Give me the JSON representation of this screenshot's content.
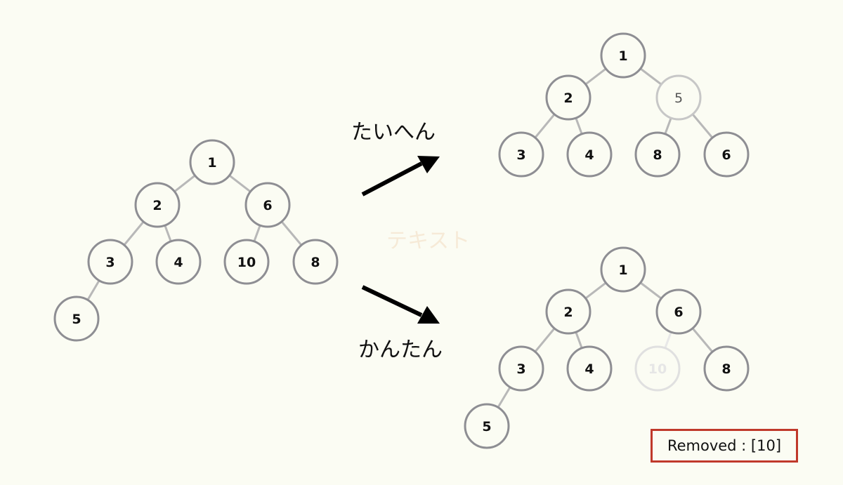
{
  "labels": {
    "hard_path": "たいへん",
    "easy_path": "かんたん",
    "watermark": "テキスト",
    "removed": "Removed : [10]"
  },
  "trees": [
    {
      "id": "original",
      "nodes": [
        {
          "id": "n1",
          "value": "1",
          "state": "normal"
        },
        {
          "id": "n2",
          "value": "2",
          "state": "normal"
        },
        {
          "id": "n6",
          "value": "6",
          "state": "normal"
        },
        {
          "id": "n3",
          "value": "3",
          "state": "normal"
        },
        {
          "id": "n4",
          "value": "4",
          "state": "normal"
        },
        {
          "id": "n10",
          "value": "10",
          "state": "normal"
        },
        {
          "id": "n8",
          "value": "8",
          "state": "normal"
        },
        {
          "id": "n5",
          "value": "5",
          "state": "normal"
        }
      ],
      "edges": [
        [
          "n1",
          "n2"
        ],
        [
          "n1",
          "n6"
        ],
        [
          "n2",
          "n3"
        ],
        [
          "n2",
          "n4"
        ],
        [
          "n6",
          "n10"
        ],
        [
          "n6",
          "n8"
        ],
        [
          "n3",
          "n5"
        ]
      ]
    },
    {
      "id": "hard-result",
      "nodes": [
        {
          "id": "n1",
          "value": "1",
          "state": "normal"
        },
        {
          "id": "n2",
          "value": "2",
          "state": "normal"
        },
        {
          "id": "n5",
          "value": "5",
          "state": "faded"
        },
        {
          "id": "n3",
          "value": "3",
          "state": "normal"
        },
        {
          "id": "n4",
          "value": "4",
          "state": "normal"
        },
        {
          "id": "n8",
          "value": "8",
          "state": "normal"
        },
        {
          "id": "n6",
          "value": "6",
          "state": "normal"
        }
      ],
      "edges": [
        [
          "n1",
          "n2"
        ],
        [
          "n1",
          "n5"
        ],
        [
          "n2",
          "n3"
        ],
        [
          "n2",
          "n4"
        ],
        [
          "n5",
          "n8"
        ],
        [
          "n5",
          "n6"
        ]
      ]
    },
    {
      "id": "easy-result",
      "nodes": [
        {
          "id": "n1",
          "value": "1",
          "state": "normal"
        },
        {
          "id": "n2",
          "value": "2",
          "state": "normal"
        },
        {
          "id": "n6",
          "value": "6",
          "state": "normal"
        },
        {
          "id": "n3",
          "value": "3",
          "state": "normal"
        },
        {
          "id": "n4",
          "value": "4",
          "state": "normal"
        },
        {
          "id": "n10",
          "value": "10",
          "state": "ghost"
        },
        {
          "id": "n8",
          "value": "8",
          "state": "normal"
        },
        {
          "id": "n5",
          "value": "5",
          "state": "normal"
        }
      ],
      "edges": [
        [
          "n1",
          "n2"
        ],
        [
          "n1",
          "n6"
        ],
        [
          "n2",
          "n3"
        ],
        [
          "n2",
          "n4"
        ],
        [
          "n6",
          "n10"
        ],
        [
          "n6",
          "n8"
        ],
        [
          "n3",
          "n5"
        ]
      ]
    }
  ]
}
